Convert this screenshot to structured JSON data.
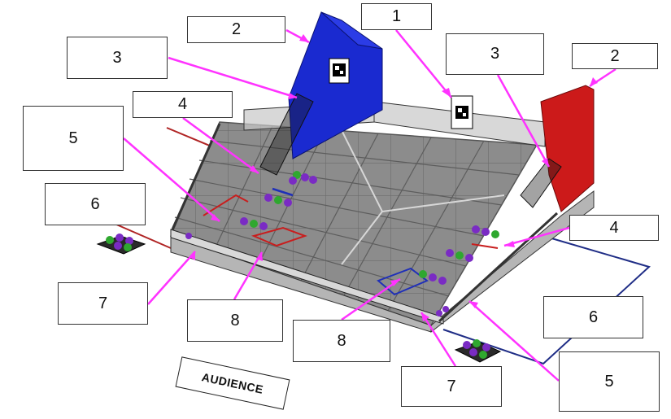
{
  "diagram": {
    "callouts": [
      "1",
      "2",
      "2",
      "3",
      "3",
      "4",
      "4",
      "5",
      "5",
      "6",
      "6",
      "7",
      "7",
      "8",
      "8"
    ],
    "audience_label": "AUDIENCE",
    "colors": {
      "leader_line": "#ff33ff",
      "blue_alliance": "#1f2fb8",
      "red_alliance": "#c81e1e",
      "field_tile": "#8a8a8a",
      "field_wall": "#bcbcbc",
      "ball_purple": "#7a2bc4",
      "ball_green": "#2fa82f"
    },
    "icons": [
      "apriltag-icon",
      "field-tower-icon"
    ]
  }
}
